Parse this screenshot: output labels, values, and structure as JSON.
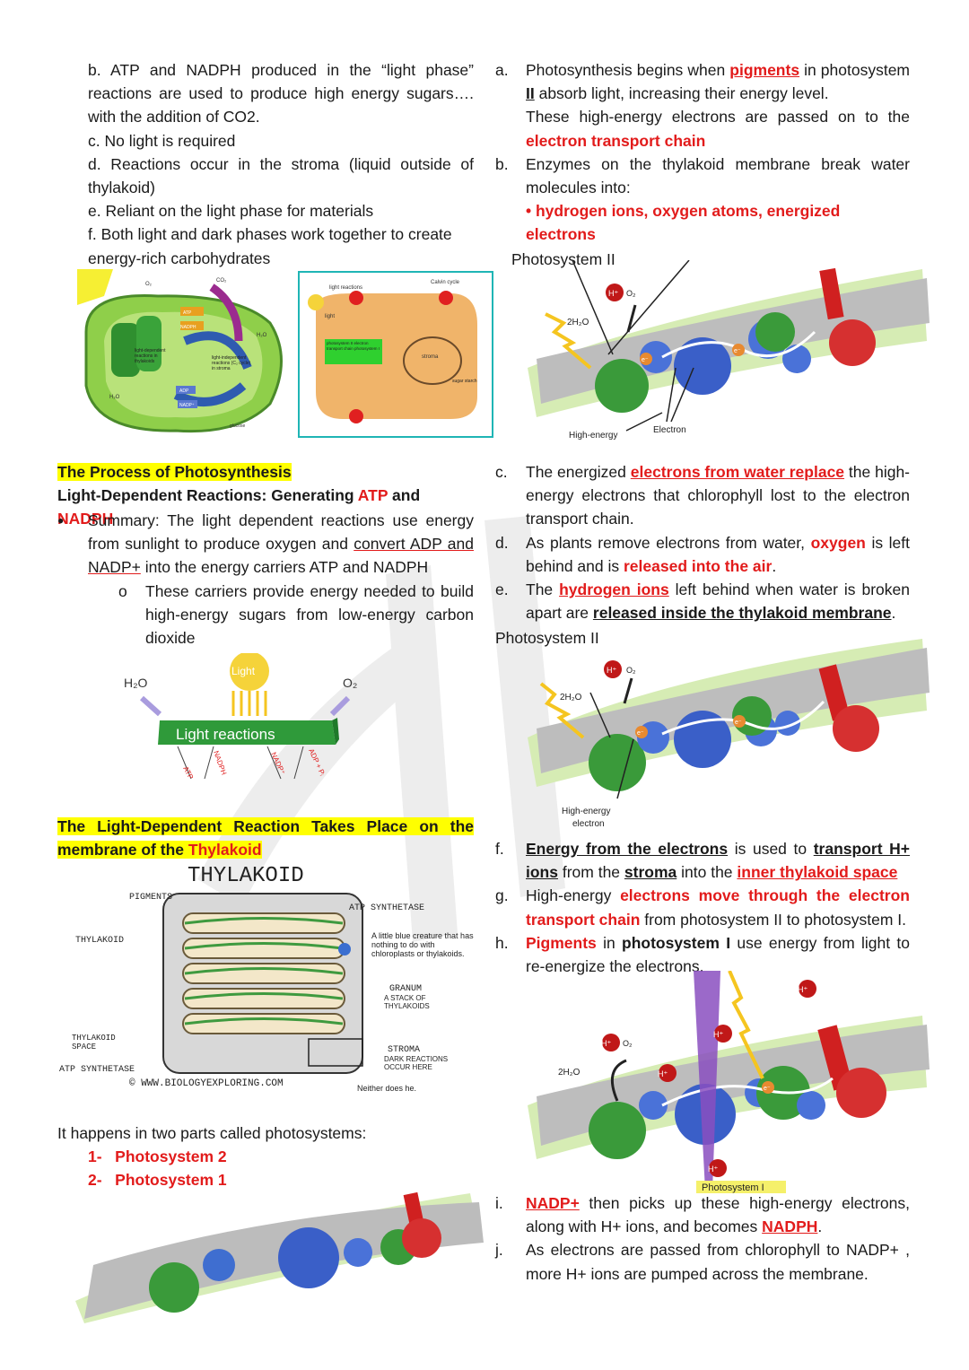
{
  "left": {
    "dark_list": [
      "b. ATP and NADPH produced in the “light phase” reactions are used to produce high energy sugars…. with the addition of CO2.",
      "c. No light is required",
      "d. Reactions occur in the stroma (liquid outside of thylakoid)",
      "e. Reliant on the light phase for materials",
      "f. Both light and dark phases work together to create energy-rich carbohydrates"
    ],
    "fig1": {
      "o2": "O₂",
      "co2": "CO₂",
      "atp": "ATP",
      "nadph": "NADPH",
      "h2o": "H₂O",
      "light_dep": "light-dependent reactions in thylakoids",
      "light_indep": "light-independent reactions (C₂ cycle) in stroma",
      "adp": "ADP",
      "nadp": "NADP⁺",
      "glucose": "glucose"
    },
    "fig2": {
      "light_reactions": "light reactions",
      "calvin": "Calvin cycle",
      "light": "light",
      "ps_label": "photosystem II electron transport chain photosystem I",
      "stroma": "stroma",
      "sugar": "sugar starch"
    },
    "section_title": "The Process of Photosynthesis",
    "ldr_title_a": "Light-Dependent Reactions: Generating ",
    "ldr_atp": "ATP",
    "ldr_and": " and ",
    "ldr_nadph": "NADPH",
    "summary_a": "Summary: The light dependent reactions use energy from sunlight to produce oxygen and ",
    "summary_u": "convert ADP and NADP+",
    "summary_b": " into the energy carriers ATP and NADPH",
    "sub_bullet": "These carriers provide energy needed to build high-energy sugars from low-energy carbon dioxide",
    "fig3": {
      "h2o": "H₂O",
      "light": "Light",
      "o2": "O₂",
      "box": "Light reactions",
      "atp": "ATP",
      "nadph": "NADPH",
      "nadp": "NADP⁺",
      "adp": "ADP + Pᵢ"
    },
    "place_title_a": "The Light-Dependent Reaction Takes Place on the membrane of the ",
    "place_title_b": "Thylakoid",
    "fig4": {
      "title": "THYLAKOID",
      "pigments": "PIGMENTS",
      "thylakoid": "THYLAKOID",
      "atp_synthetase": "ATP SYNTHETASE",
      "creature": "A little blue creature that has nothing to do with chloroplasts or thylakoids.",
      "granum": "GRANUM",
      "granum_sub": "A STACK OF THYLAKOIDS",
      "space": "THYLAKOID SPACE",
      "atp_synthetase2": "ATP SYNTHETASE",
      "stroma": "STROMA",
      "stroma_sub": "DARK REACTIONS OCCUR HERE",
      "credit": "© WWW.BIOLOGYEXPLORING.COM",
      "neither": "Neither does he."
    },
    "parts_intro": "It happens in two parts called photosystems:",
    "parts": [
      {
        "num": "1-",
        "label": "Photosystem 2"
      },
      {
        "num": "2-",
        "label": "Photosystem 1"
      }
    ]
  },
  "right": {
    "a_marker": "a.",
    "a_text_1": "Photosynthesis begins when ",
    "a_pigments": "pigments",
    "a_text_2": " in photosystem ",
    "a_ii": "II",
    "a_text_3": " absorb light, increasing their energy level.",
    "a_text_4": "These high-energy electrons are passed on to the ",
    "a_etc": "electron transport chain",
    "b_marker": "b.",
    "b_text": "Enzymes on the thylakoid membrane break water molecules into:",
    "b_bullet": "• hydrogen ions, oxygen atoms, energized electrons",
    "ps_label_1": "Photosystem II",
    "figA": {
      "h": "H⁺",
      "o2": "O₂",
      "h2o": "2H₂O",
      "e": "e⁻",
      "high": "High-energy",
      "electron": "Electron"
    },
    "c_marker": "c.",
    "c_text_1": "The energized ",
    "c_u": "electrons from water replace",
    "c_text_2": " the high-energy electrons that chlorophyll lost to the electron transport chain.",
    "d_marker": "d.",
    "d_text_1": "As plants remove electrons from water, ",
    "d_oxygen": "oxygen",
    "d_text_2": " is left behind and is ",
    "d_released": "released into the air",
    "d_text_3": ".",
    "e_marker": "e.",
    "e_text_1": "The ",
    "e_hions": "hydrogen ions",
    "e_text_2": " left behind when water is broken apart are ",
    "e_inside": "released inside the thylakoid membrane",
    "e_text_3": ".",
    "ps_label_2": "Photosystem II",
    "figB": {
      "h": "H⁺",
      "o2": "O₂",
      "h2o": "2H₂O",
      "e": "e⁻",
      "high": "High-energy",
      "electron": "electron"
    },
    "f_marker": "f.",
    "f_u1": "Energy from the electrons",
    "f_text_1": " is used to ",
    "f_u2": "transport H+ ions",
    "f_text_2": " from the ",
    "f_stroma": "stroma",
    "f_text_3": " into the ",
    "f_inner": "inner thylakoid space",
    "g_marker": "g.",
    "g_text_1": "High-energy ",
    "g_red": "electrons move through the electron transport chain",
    "g_text_2": " from photosystem II to photosystem I.",
    "h_marker": "h.",
    "h_pigments": "Pigments",
    "h_text_1": " in ",
    "h_ps1": "photosystem I",
    "h_text_2": " use energy from light to re-energize the electrons.",
    "figC": {
      "h": "H⁺",
      "o2": "O₂",
      "h2o": "2H₂O",
      "e": "e⁻",
      "ps1": "Photosystem I"
    },
    "i_marker": "i.",
    "i_nadp": "NADP+",
    "i_text_1": " then picks up these high-energy electrons, along with H+ ions, and becomes ",
    "i_nadph": "NADPH",
    "i_text_2": ".",
    "j_marker": "j.",
    "j_text": "As electrons are passed from chlorophyll to NADP+ , more H+ ions are pumped across the membrane."
  }
}
